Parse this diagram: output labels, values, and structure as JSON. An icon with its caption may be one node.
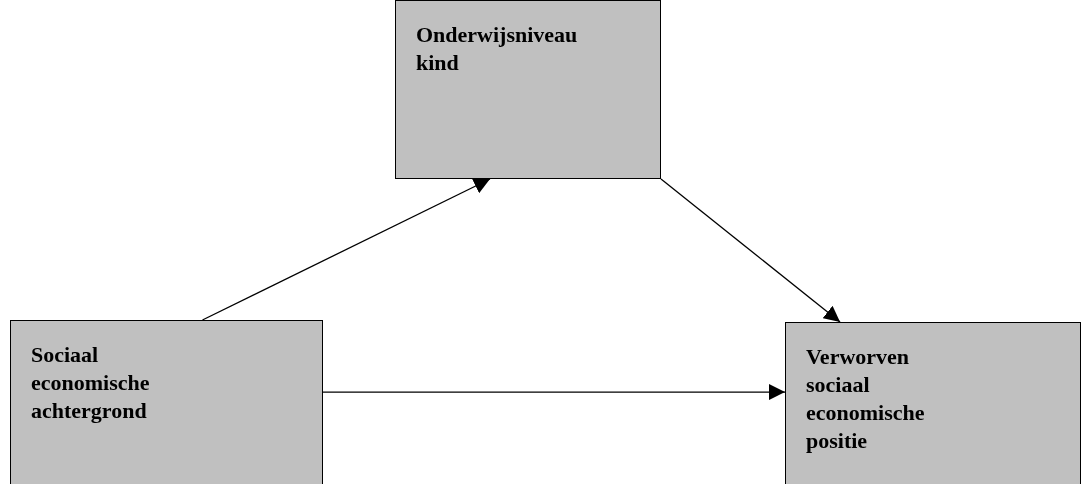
{
  "diagram": {
    "nodes": [
      {
        "text": [
          "Onderwijsniveau kind"
        ]
      },
      {
        "text": [
          "Sociaal economische achtergrond"
        ]
      },
      {
        "text": [
          "Verworven sociaal economische positie"
        ]
      }
    ],
    "edges": [
      {
        "from": 1,
        "to": 0,
        "arrow": "to"
      },
      {
        "from": 0,
        "to": 2,
        "arrow": "to"
      },
      {
        "from": 1,
        "to": 2,
        "arrow": "to"
      }
    ]
  }
}
